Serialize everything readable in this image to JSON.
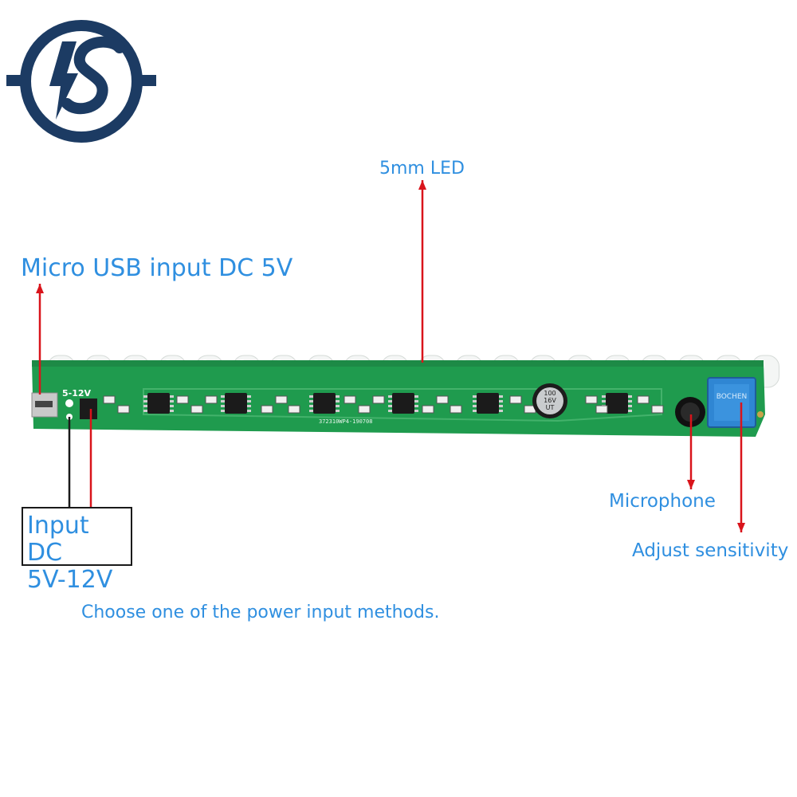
{
  "logo": {
    "name": "brand-logo",
    "text": "IS",
    "color": "#1c3b63"
  },
  "colors": {
    "label": "#2f8fe0",
    "arrow": "#d9141b",
    "pcb": "#1f9b4e",
    "led": "#f4f6f5",
    "chip": "#1b1b1b",
    "potentiometer": "#2f86d3"
  },
  "labels": {
    "led": "5mm LED",
    "usb": "Micro USB input DC 5V",
    "input_dc_line1": "Input DC",
    "input_dc_line2": "5V-12V",
    "microphone": "Microphone",
    "sensitivity": "Adjust sensitivity",
    "note": "Choose one of the power input methods."
  },
  "board": {
    "led_count": 20,
    "chip_count": 6,
    "marking_voltage": "5-12V",
    "serial": "372310WP4-190708",
    "capacitor_lines": [
      "100",
      "16V",
      "UT"
    ],
    "pot_marking": "BOCHEN"
  }
}
